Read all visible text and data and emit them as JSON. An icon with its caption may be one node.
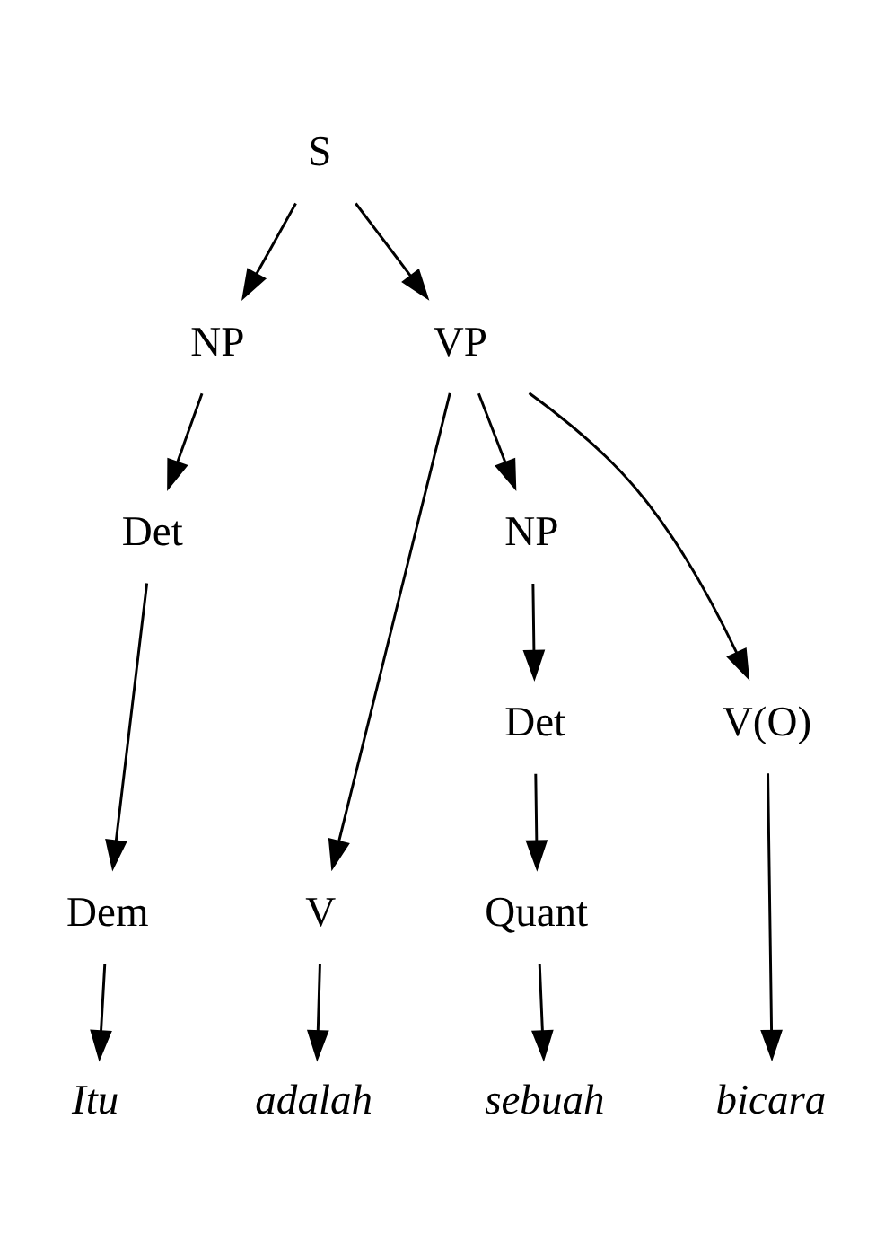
{
  "diagram": {
    "nodes": [
      {
        "text": [
          "S"
        ]
      },
      {
        "text": [
          "NP"
        ]
      },
      {
        "text": [
          "VP"
        ]
      },
      {
        "text": [
          "Det"
        ]
      },
      {
        "text": [
          "Dem"
        ]
      },
      {
        "text": [
          "Itu"
        ]
      },
      {
        "text": [
          "V"
        ]
      },
      {
        "text": [
          "NP"
        ]
      },
      {
        "text": [
          "V(O)"
        ]
      },
      {
        "text": [
          "adalah"
        ]
      },
      {
        "text": [
          "Det"
        ]
      },
      {
        "text": [
          "Quant"
        ]
      },
      {
        "text": [
          "sebuah"
        ]
      },
      {
        "text": [
          "bicara"
        ]
      }
    ],
    "edges": [
      {
        "from": 0,
        "to": 1,
        "arrow": "to"
      },
      {
        "from": 0,
        "to": 2,
        "arrow": "to"
      },
      {
        "from": 1,
        "to": 3,
        "arrow": "to"
      },
      {
        "from": 3,
        "to": 4,
        "arrow": "to"
      },
      {
        "from": 4,
        "to": 5,
        "arrow": "to"
      },
      {
        "from": 2,
        "to": 6,
        "arrow": "to"
      },
      {
        "from": 2,
        "to": 7,
        "arrow": "to"
      },
      {
        "from": 2,
        "to": 8,
        "arrow": "to"
      },
      {
        "from": 6,
        "to": 9,
        "arrow": "to"
      },
      {
        "from": 7,
        "to": 10,
        "arrow": "to"
      },
      {
        "from": 10,
        "to": 11,
        "arrow": "to"
      },
      {
        "from": 11,
        "to": 12,
        "arrow": "to"
      },
      {
        "from": 8,
        "to": 13,
        "arrow": "to"
      }
    ]
  }
}
